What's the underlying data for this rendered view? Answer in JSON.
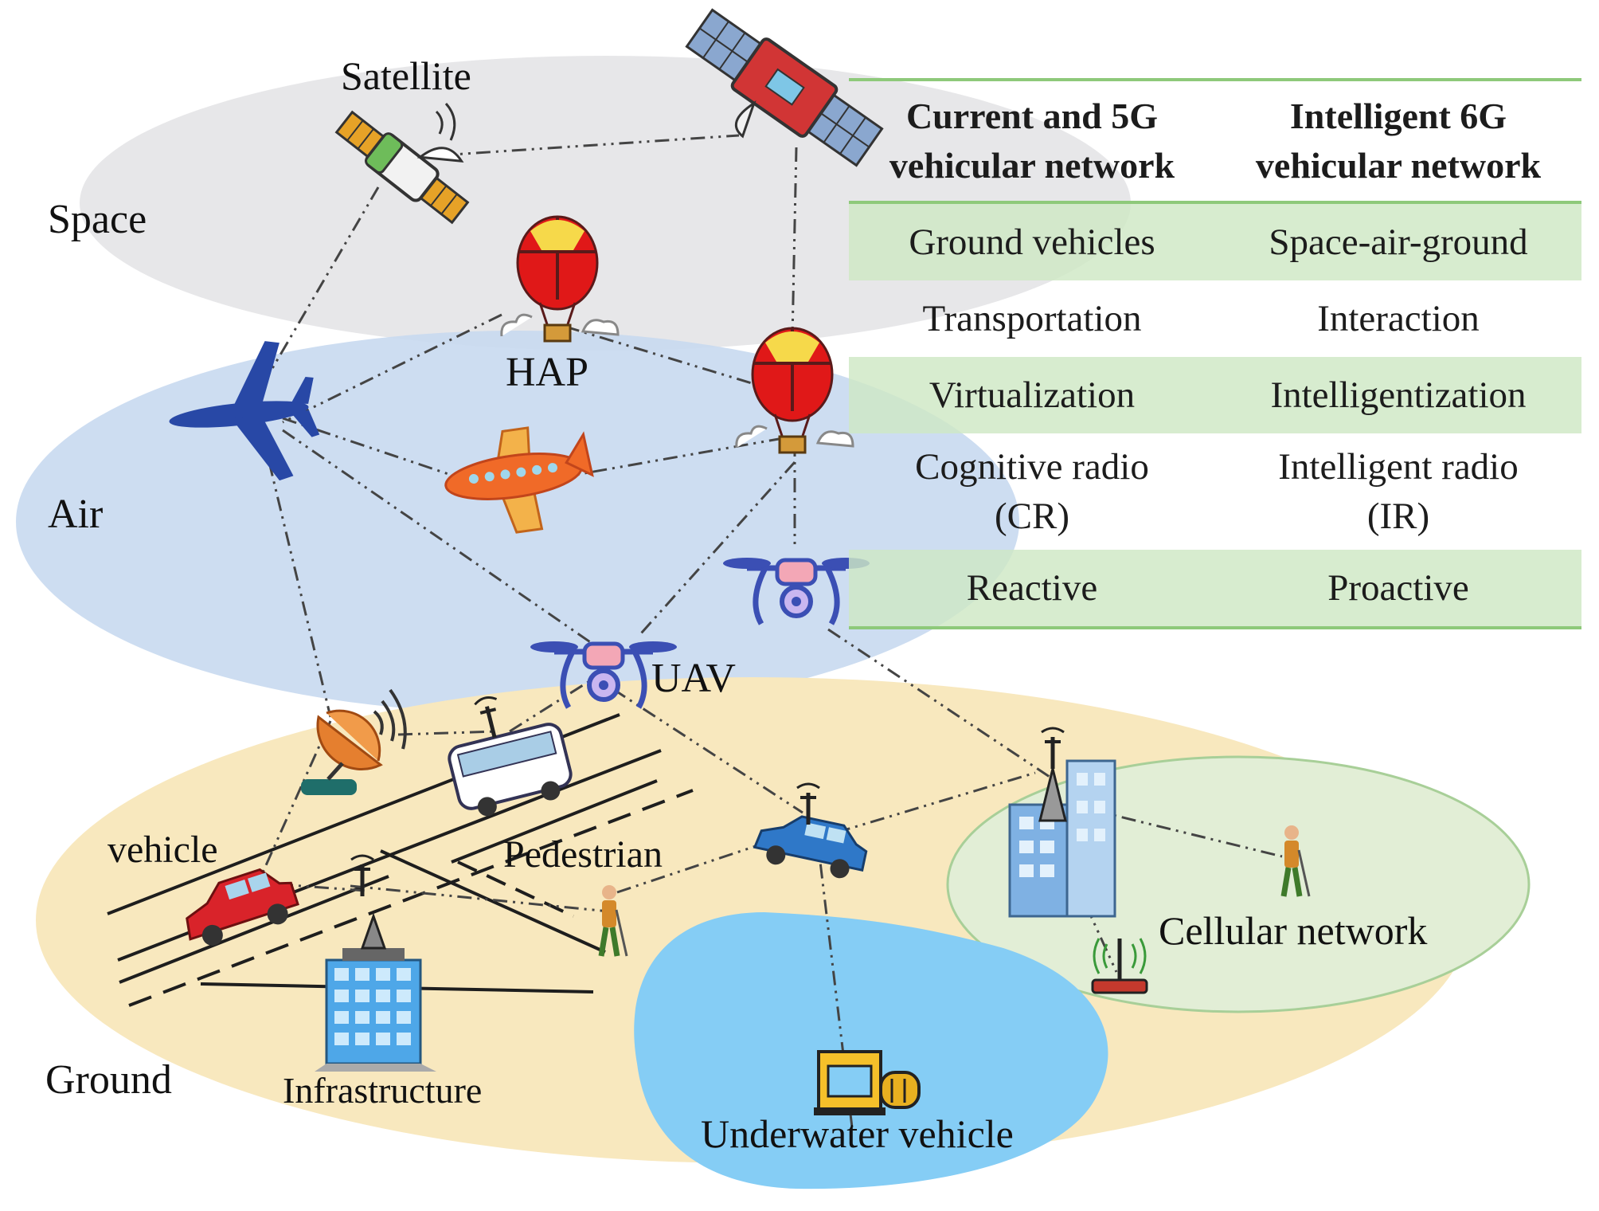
{
  "layers": {
    "space": "Space",
    "air": "Air",
    "ground": "Ground"
  },
  "nodes": {
    "satellite": "Satellite",
    "hap": "HAP",
    "uav": "UAV",
    "vehicle": "vehicle",
    "pedestrian": "Pedestrian",
    "infrastructure": "Infrastructure",
    "underwater": "Underwater vehicle",
    "cellular": "Cellular network"
  },
  "table": {
    "headers": [
      {
        "line1": "Current and 5G",
        "line2": "vehicular network"
      },
      {
        "line1": "Intelligent 6G",
        "line2": "vehicular network"
      }
    ],
    "rows": [
      {
        "left": "Ground vehicles",
        "right": "Space-air-ground",
        "left2": "",
        "right2": ""
      },
      {
        "left": "Transportation",
        "right": "Interaction",
        "left2": "",
        "right2": ""
      },
      {
        "left": "Virtualization",
        "right": "Intelligentization",
        "left2": "",
        "right2": ""
      },
      {
        "left": "Cognitive radio",
        "right": "Intelligent radio",
        "left2": "(CR)",
        "right2": "(IR)"
      },
      {
        "left": "Reactive",
        "right": "Proactive",
        "left2": "",
        "right2": ""
      }
    ]
  },
  "colors": {
    "space": "#e6e6e8",
    "air": "#c7d8ee",
    "ground": "#f8e7bd",
    "water": "#85cdf5",
    "cell": "#e3eed7",
    "table_line": "#8ec97a",
    "table_shade": "#d6ebcc"
  },
  "icons": [
    "satellite-icon",
    "hap-balloon-icon",
    "airplane-icon",
    "uav-drone-icon",
    "bus-icon",
    "car-icon",
    "pedestrian-icon",
    "building-icon",
    "router-icon",
    "dish-antenna-icon",
    "submarine-icon"
  ]
}
